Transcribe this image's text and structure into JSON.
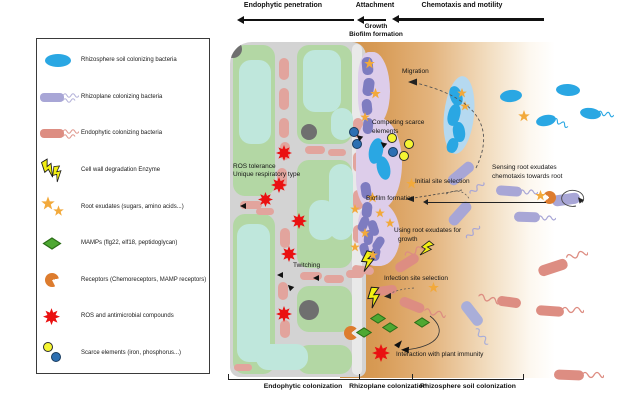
{
  "legend": {
    "items": [
      {
        "icon": "rhizosphere-bacterium-icon",
        "label": "Rhizosphere soil colonizing bacteria"
      },
      {
        "icon": "rhizoplane-bacterium-icon",
        "label": "Rhizoplane colonizing bacteria"
      },
      {
        "icon": "endophytic-bacterium-icon",
        "label": "Endophytic colonizing bacteria"
      },
      {
        "icon": "enzyme-lightning-icon",
        "label": "Cell wall degradation Enzyme"
      },
      {
        "icon": "root-exudate-star-icon",
        "label": "Root exudates (sugars, amino acids...)"
      },
      {
        "icon": "mamp-diamond-icon",
        "label": "MAMPs (flg22, elf18, peptidoglycan)"
      },
      {
        "icon": "receptor-icon",
        "label": "Receptors (Chemoreceptors, MAMP receptors)"
      },
      {
        "icon": "ros-burst-icon",
        "label": "ROS and antimicrobial compounds"
      },
      {
        "icon": "scarce-elements-icon",
        "label": "Scarce elements (iron, phosphorus...)"
      }
    ]
  },
  "top_axis": {
    "endophytic_penetration": "Endophytic penetration",
    "attachment": "Attachment",
    "growth": "Growth",
    "biofilm_formation": "Biofilm formation",
    "chemotaxis_motility": "Chemotaxis and motility"
  },
  "annotations": {
    "ros_line1": "ROS tolerance",
    "ros_line2": "Unique respiratory type",
    "twitching": "Twitching",
    "migration": "Migration",
    "competing_line1": "Competing scarce",
    "competing_line2": "elements",
    "initial_site": "Initial site selection",
    "biofilm_formation": "Biofilm formation",
    "using_line1": "Using root exudates for",
    "using_line2": "growth",
    "infection_site": "Infection site selection",
    "interaction": "Interaction with plant immunity",
    "sensing_line1": "Sensing root exudates",
    "sensing_line2": "chemotaxis towards root"
  },
  "bottom_axis": {
    "endophytic": "Endophytic colonization",
    "rhizoplane": "Rhizoplane colonization",
    "rhizosphere": "Rhizosphere soil colonization"
  },
  "colors": {
    "rhizosphere_bacteria": "#2aa7e3",
    "rhizoplane_bacteria": "#a8a6d6",
    "endophytic_bacteria": "#dd8d82",
    "enzyme": "#f3ef12",
    "exudate_star": "#f2a93b",
    "mamp": "#4ea832",
    "receptor": "#dd7c2e",
    "ros": "#ea1111",
    "scarce_iron": "#f5f532",
    "scarce_phosphorus": "#2d6fb2",
    "root_cell": "#b3d7a4",
    "vacuole": "#bfe7dc",
    "apoplast": "#d3d3d3",
    "mucilage": "#ddcdea",
    "soil": "#d09148"
  }
}
